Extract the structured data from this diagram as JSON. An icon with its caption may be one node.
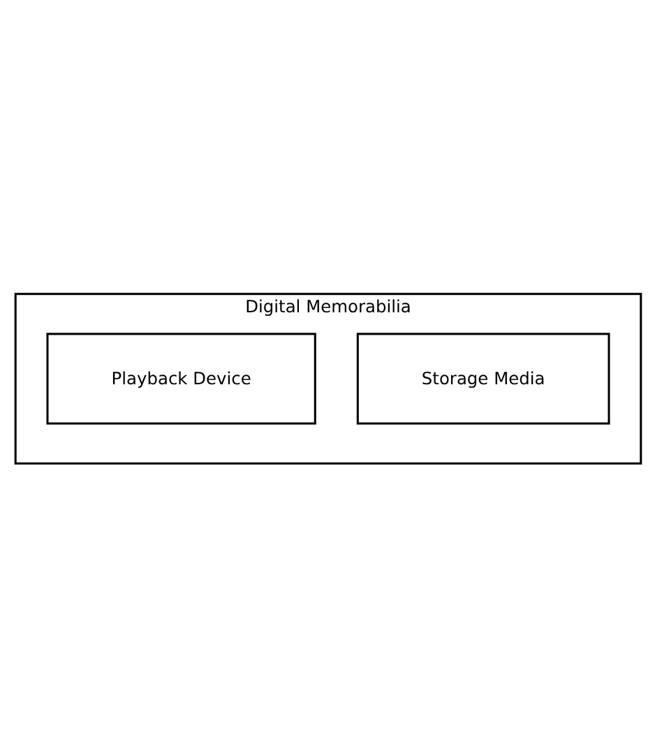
{
  "diagram": {
    "nodes": [
      {
        "text": [
          "Digital Memorabilia"
        ]
      },
      {
        "text": [
          "Playback Device"
        ],
        "in": 0
      },
      {
        "text": [
          "Storage Media"
        ],
        "in": 0
      }
    ]
  }
}
